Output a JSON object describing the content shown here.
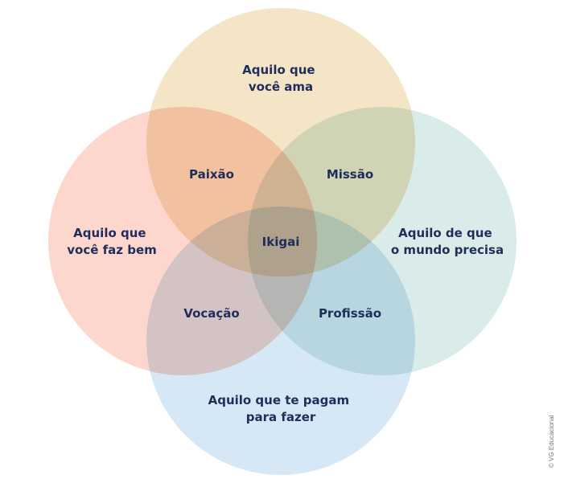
{
  "circles": [
    {
      "id": "love",
      "lines": [
        "Aquilo que",
        "você ama"
      ],
      "color": "#f4e5c6"
    },
    {
      "id": "good",
      "lines": [
        "Aquilo que",
        "você faz bem"
      ],
      "color": "#fdd7cd"
    },
    {
      "id": "need",
      "lines": [
        "Aquilo de que",
        "o mundo precisa"
      ],
      "color": "#daecea"
    },
    {
      "id": "paid",
      "lines": [
        "Aquilo que te pagam",
        "para fazer"
      ],
      "color": "#d6e8f5"
    }
  ],
  "intersections": {
    "passion": "Paixão",
    "mission": "Missão",
    "vocation": "Vocação",
    "profession": "Profissão",
    "center": "Ikigai"
  },
  "credit": "© VG Educacional"
}
